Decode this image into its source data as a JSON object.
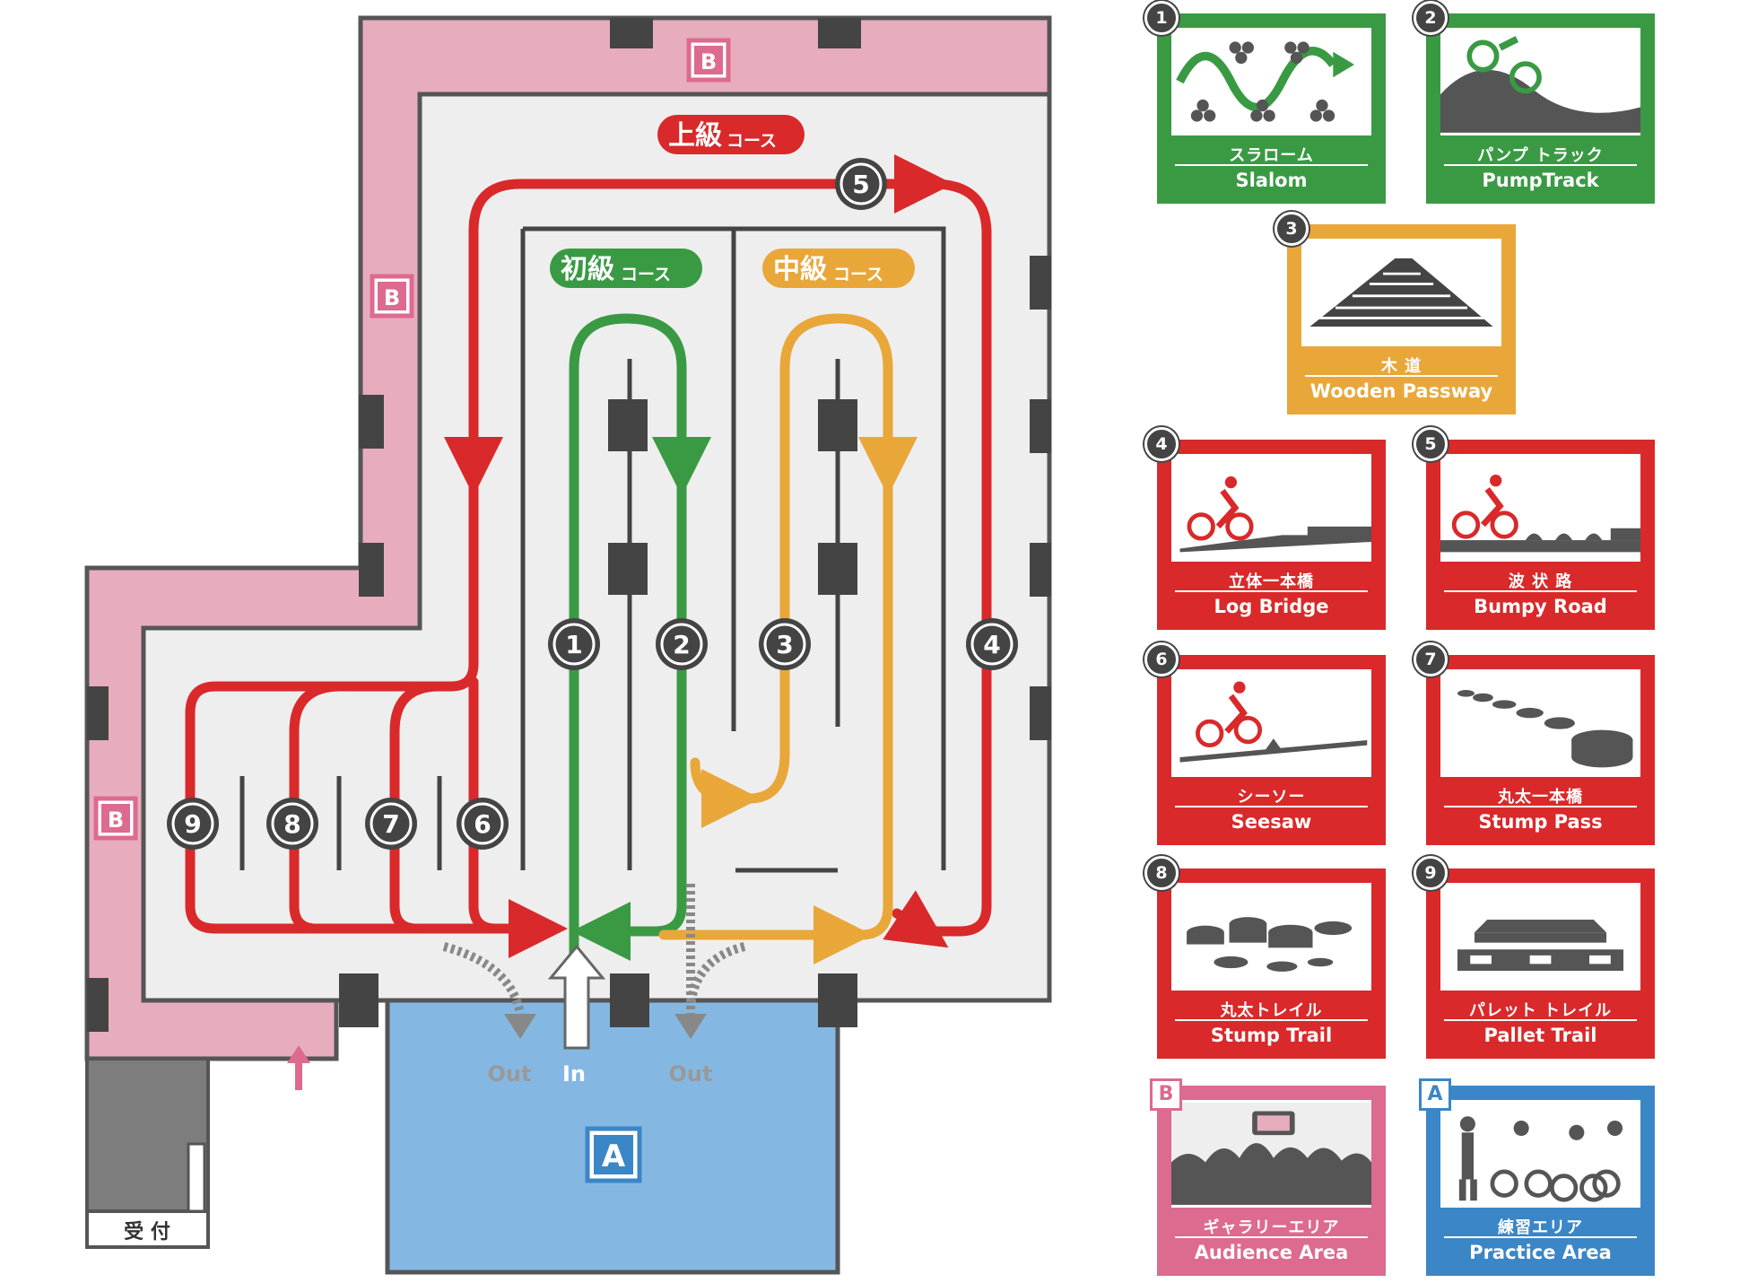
{
  "colors": {
    "beginner": "#3a9a44",
    "intermediate": "#e9a73a",
    "advanced": "#d9292a",
    "audience": "#e7adbd",
    "practice": "#84b8e2",
    "floor": "#eeeeee",
    "wall": "#555555",
    "pillar": "#444444",
    "exit_arrow": "#888888"
  },
  "map": {
    "course_advanced": {
      "prefix": "上級",
      "suffix": "コース"
    },
    "course_beginner": {
      "prefix": "初級",
      "suffix": "コース"
    },
    "course_intermediate": {
      "prefix": "中級",
      "suffix": "コース"
    },
    "zone_b_label": "B",
    "zone_a_label": "A",
    "in_label": "In",
    "out_label": "Out",
    "reception_label": "受 付",
    "stations": [
      "1",
      "2",
      "3",
      "4",
      "5",
      "6",
      "7",
      "8",
      "9"
    ]
  },
  "legend": [
    {
      "num": "1",
      "jp": "スラローム",
      "en": "Slalom",
      "color": "green",
      "icon": "slalom-icon"
    },
    {
      "num": "2",
      "jp": "パンプ トラック",
      "en": "PumpTrack",
      "color": "green",
      "icon": "pumptrack-icon"
    },
    {
      "num": "3",
      "jp": "木 道",
      "en": "Wooden Passway",
      "color": "orange",
      "icon": "wooden-passway-icon"
    },
    {
      "num": "4",
      "jp": "立体一本橋",
      "en": "Log Bridge",
      "color": "red",
      "icon": "log-bridge-icon"
    },
    {
      "num": "5",
      "jp": "波 状 路",
      "en": "Bumpy Road",
      "color": "red",
      "icon": "bumpy-road-icon"
    },
    {
      "num": "6",
      "jp": "シーソー",
      "en": "Seesaw",
      "color": "red",
      "icon": "seesaw-icon"
    },
    {
      "num": "7",
      "jp": "丸太一本橋",
      "en": "Stump Pass",
      "color": "red",
      "icon": "stump-pass-icon"
    },
    {
      "num": "8",
      "jp": "丸太トレイル",
      "en": "Stump Trail",
      "color": "red",
      "icon": "stump-trail-icon"
    },
    {
      "num": "9",
      "jp": "パレット トレイル",
      "en": "Pallet Trail",
      "color": "red",
      "icon": "pallet-trail-icon"
    },
    {
      "num": "B",
      "jp": "ギャラリーエリア",
      "en": "Audience Area",
      "color": "pink",
      "icon": "audience-icon"
    },
    {
      "num": "A",
      "jp": "練習エリア",
      "en": "Practice Area",
      "color": "blue",
      "icon": "practice-icon"
    }
  ]
}
